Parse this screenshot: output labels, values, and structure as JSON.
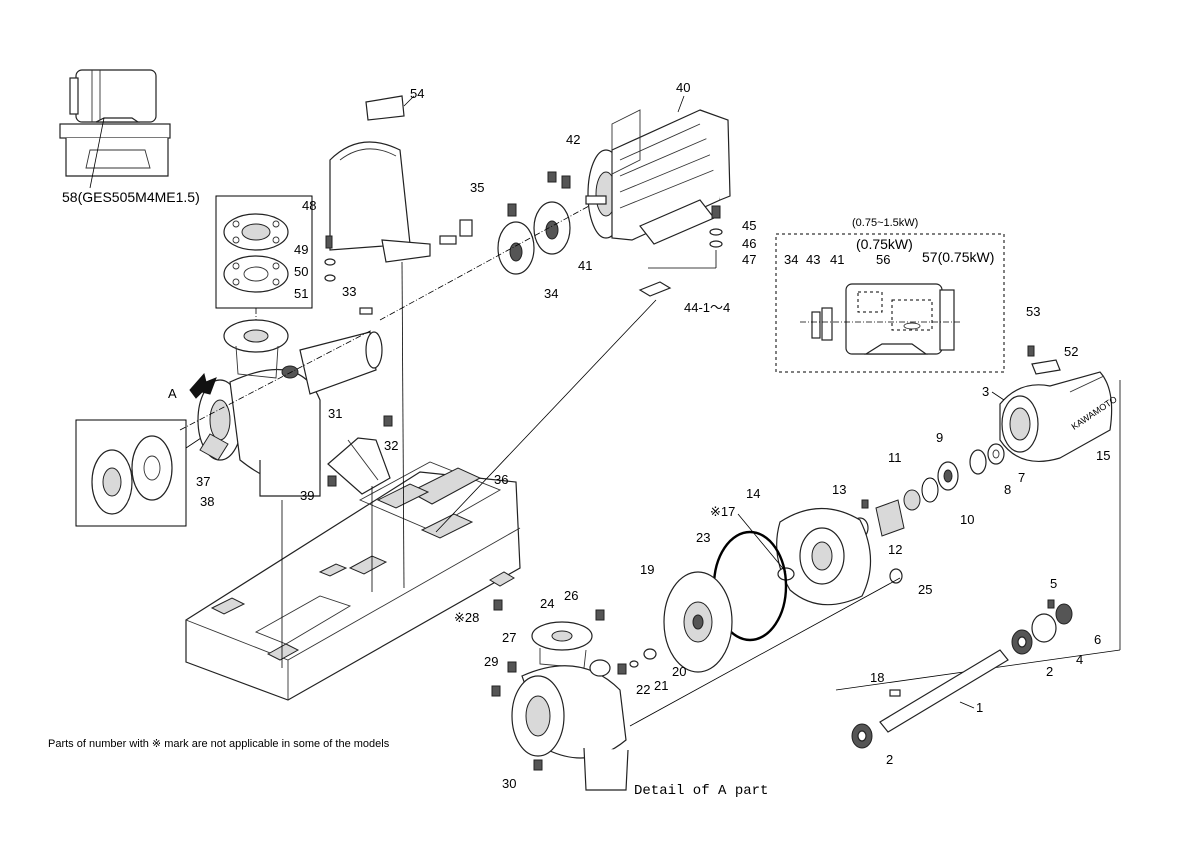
{
  "footnote": "Parts of number with ※ mark are not applicable in some of the models",
  "detail_caption": "Detail of A part",
  "arrow_label": "A",
  "inset_label_range": "(0.75~1.5kW)",
  "inset_label_075": "(0.75kW)",
  "callouts": [
    "1",
    "2",
    "2",
    "3",
    "4",
    "5",
    "6",
    "7",
    "8",
    "9",
    "10",
    "11",
    "12",
    "13",
    "14",
    "15",
    "※17",
    "18",
    "19",
    "20",
    "21",
    "22",
    "23",
    "24",
    "25",
    "26",
    "27",
    "※28",
    "29",
    "30",
    "31",
    "32",
    "33",
    "34",
    "34",
    "35",
    "36",
    "37",
    "38",
    "39",
    "40",
    "41",
    "41",
    "42",
    "43",
    "44-1～4",
    "45",
    "46",
    "47",
    "48",
    "49",
    "50",
    "51",
    "52",
    "53",
    "54",
    "56",
    "57(0.75kW)",
    "58(GES505M4ME1.5)"
  ],
  "brand_mark": "KAWAMOTO"
}
